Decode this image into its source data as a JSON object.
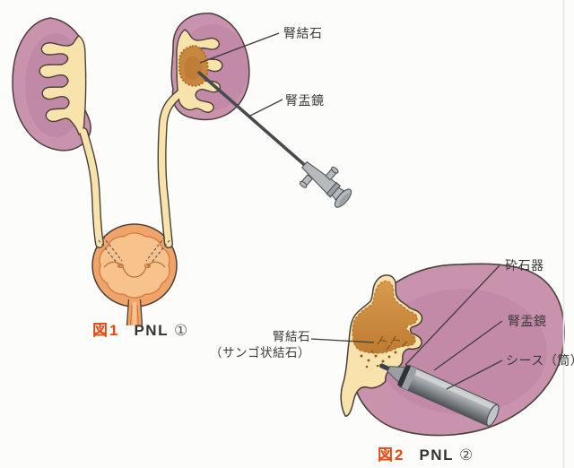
{
  "figure1": {
    "caption": {
      "prefix": "図1",
      "label": "PNL",
      "number": "①"
    },
    "labels": {
      "stone": "腎結石",
      "scope": "腎盂鏡"
    }
  },
  "figure2": {
    "caption": {
      "prefix": "図2",
      "label": "PNL",
      "number": "②"
    },
    "labels": {
      "lithotripter": "砕石器",
      "scope": "腎盂鏡",
      "sheath": "シース（筒）",
      "stone_line1": "腎結石",
      "stone_line2": "（サンゴ状結石）"
    }
  },
  "colors": {
    "bg": "#fcfcfa",
    "kidney": "#c993ae",
    "kidney_shade": "#a86f92",
    "pelvis": "#f8e3ac",
    "outline": "#4a4038",
    "stone_fig1": "#c8873e",
    "stone_fig1_dark": "#b5732f",
    "stone_fig2_light": "#d99a4d",
    "stone_fig2_dark": "#bd7c33",
    "stone_edge": "#a96a28",
    "bladder_wall": "#f0a46a",
    "bladder_inner": "#f7c28b",
    "bladder_inner_line": "#cf7c42",
    "trigone": "#b5703d",
    "urethra_line": "#c9793f",
    "dash": "#5a5a5a",
    "shaft": "#474b4e",
    "metal_handle": "#b6babc",
    "metal_stroke": "#51555a",
    "metal_light": "#d6d8d9",
    "metal_mid": "#9aa0a3",
    "metal_dark": "#4e5255",
    "metal_cap": "#c2c5c7",
    "metal_highlight": "#e8eaeb",
    "sheath_lip": "#2f3336",
    "probe_dark": "#3d4144",
    "crack": "#7b4a16",
    "debris": "#8f5c20",
    "line": "#3d3d3d",
    "label_text": "#3a3a3a",
    "caption_red": "#e8470e",
    "caption_text": "#333333",
    "caption_circle": "#555555",
    "page_edge": "#e9e6e0"
  }
}
